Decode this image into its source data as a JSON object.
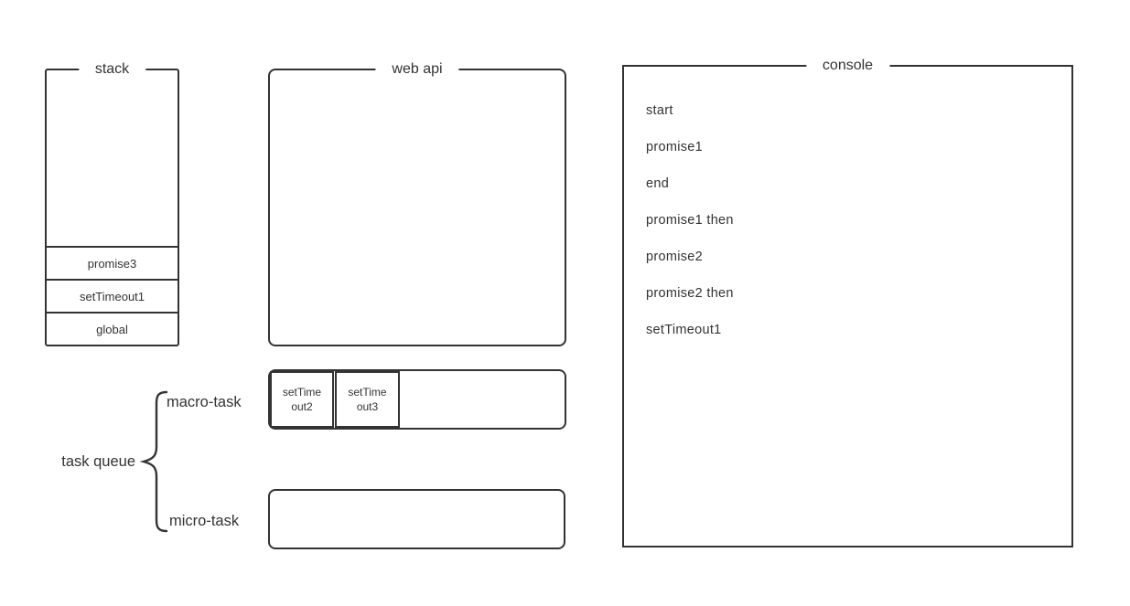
{
  "canvas": {
    "background": "#ffffff",
    "line_color": "#333333",
    "text_color": "#333333"
  },
  "stack": {
    "title": "stack",
    "items": [
      "promise3",
      "setTimeout1",
      "global"
    ]
  },
  "web_api": {
    "title": "web api",
    "items": []
  },
  "console": {
    "title": "console",
    "lines": [
      "start",
      "promise1",
      "end",
      "promise1 then",
      "promise2",
      "promise2 then",
      "setTimeout1"
    ]
  },
  "task_queue": {
    "label": "task queue",
    "macro": {
      "label": "macro-task",
      "items": [
        "setTimeout2",
        "setTimeout3"
      ]
    },
    "micro": {
      "label": "micro-task",
      "items": []
    }
  }
}
